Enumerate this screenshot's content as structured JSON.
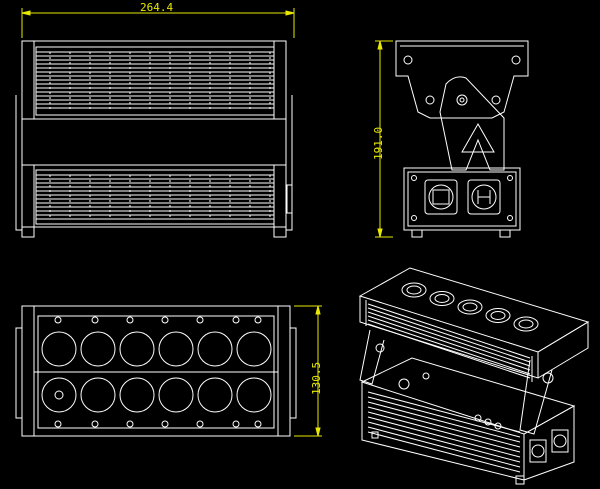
{
  "colors": {
    "background": "#000000",
    "line": "#ffffff",
    "dimension": "#e8e800"
  },
  "dimensions": {
    "width": "264.4",
    "height": "191.0",
    "depth": "130.5"
  },
  "views": {
    "front": "front-view",
    "side": "side-view",
    "top": "top-view",
    "iso": "isometric-view"
  },
  "top_view": {
    "led_rows": 2,
    "led_cols": 6
  },
  "iso_view": {
    "lens_count": 5
  }
}
